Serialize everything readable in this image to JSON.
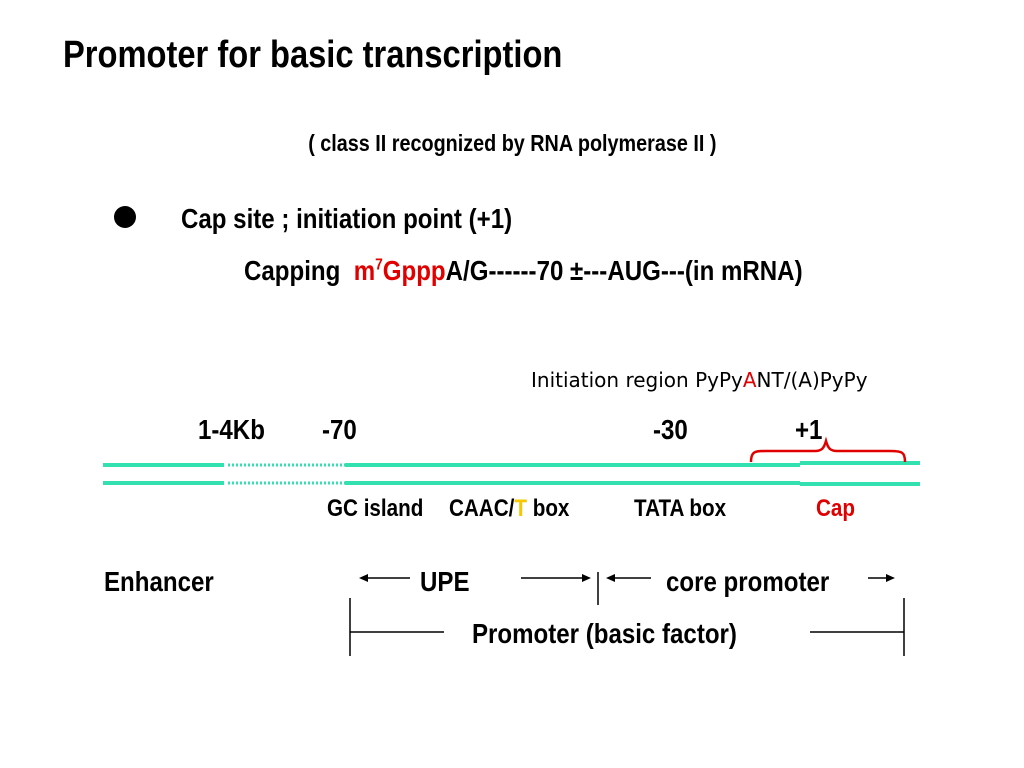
{
  "title": "Promoter for basic transcription",
  "subtitle": "( class II recognized by RNA polymerase II )",
  "bullet": {
    "text": "Cap site ; initiation point (+1)"
  },
  "capping": {
    "prefix": "Capping",
    "m": "m",
    "sup": "7",
    "gppp": "Gppp",
    "suffix": "A/G------70 ±---AUG---(in mRNA)"
  },
  "initiation_region": {
    "label": "Initiation region PyPy",
    "highlight": "A",
    "rest": "NT/(A)PyPy"
  },
  "positions": {
    "kb": "1-4Kb",
    "minus70": "-70",
    "minus30": "-30",
    "plus1": "+1"
  },
  "features": {
    "gc_island": "GC island",
    "caac_prefix": "CAAC/",
    "caac_t": "T",
    "caac_suffix": " box",
    "tata": "TATA box",
    "cap": "Cap"
  },
  "regions": {
    "enhancer": "Enhancer",
    "upe": "UPE",
    "core_promoter": "core  promoter",
    "promoter": "Promoter (basic factor)"
  },
  "colors": {
    "dna_line": "#33e0b0",
    "accent_red": "#e00000",
    "accent_yellow": "#f5c800"
  }
}
